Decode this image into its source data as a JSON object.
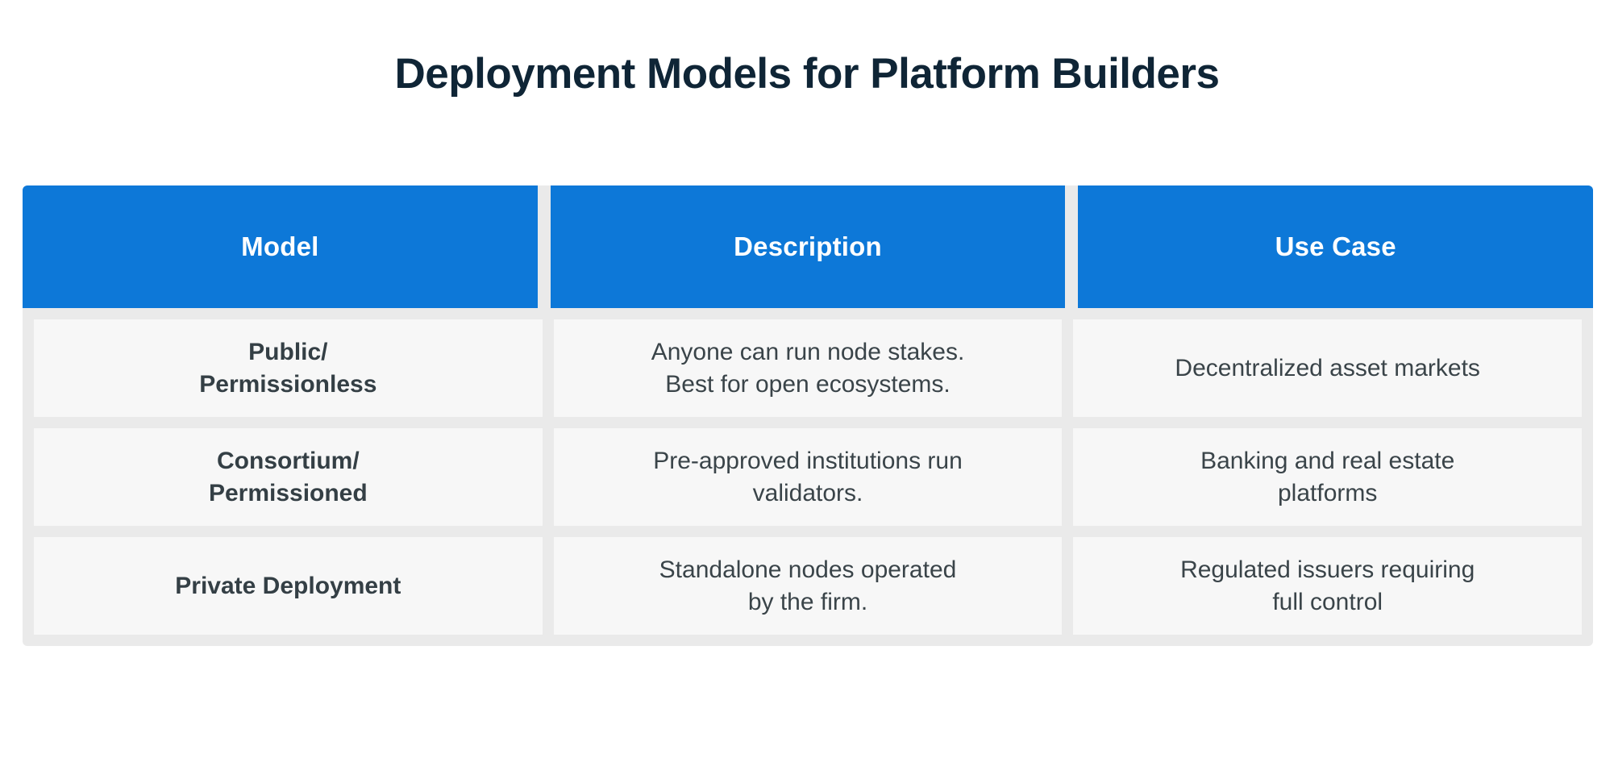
{
  "page": {
    "title": "Deployment Models for Platform Builders",
    "background_color": "#ffffff",
    "title_color": "#0f2536"
  },
  "theme": {
    "header_blue": "#0d78d8",
    "header_text": "#ffffff",
    "container_gray": "#eaeaea",
    "cell_background": "#f7f7f7",
    "cell_text": "#3a4449"
  },
  "chart_data": {
    "type": "table",
    "title": "Deployment Models for Platform Builders",
    "columns": [
      "Model",
      "Description",
      "Use Case"
    ],
    "rows": [
      {
        "model": "Public/ Permissionless",
        "description": "Anyone can run node stakes. Best for open ecosystems.",
        "use_case": "Decentralized asset markets"
      },
      {
        "model": "Consortium/ Permissioned",
        "description": "Pre-approved institutions run validators.",
        "use_case": "Banking and real estate platforms"
      },
      {
        "model": "Private Deployment",
        "description": "Standalone nodes operated by the firm.",
        "use_case": "Regulated issuers requiring full control"
      }
    ]
  },
  "table": {
    "headers": [
      {
        "label": "Model"
      },
      {
        "label": "Description"
      },
      {
        "label": "Use Case"
      }
    ],
    "rows": [
      {
        "model": "Public/\nPermissionless",
        "description": "Anyone can run node stakes.\nBest for open ecosystems.",
        "use_case": "Decentralized asset markets"
      },
      {
        "model": "Consortium/\nPermissioned",
        "description": "Pre-approved institutions run\nvalidators.",
        "use_case": "Banking and real estate\nplatforms"
      },
      {
        "model": "Private Deployment",
        "description": "Standalone nodes operated\nby the firm.",
        "use_case": "Regulated issuers requiring\nfull control"
      }
    ]
  }
}
